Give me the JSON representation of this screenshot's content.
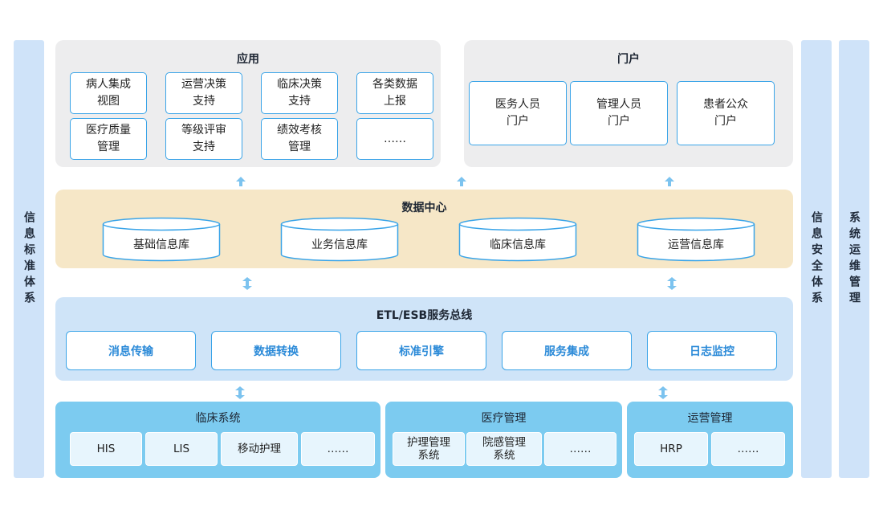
{
  "side_left": {
    "label": "信息标准体系"
  },
  "side_right1": {
    "label": "信息安全体系"
  },
  "side_right2": {
    "label": "系统运维管理"
  },
  "apps": {
    "title": "应用",
    "items": [
      "病人集成\n视图",
      "运营决策\n支持",
      "临床决策\n支持",
      "各类数据\n上报",
      "医疗质量\n管理",
      "等级评审\n支持",
      "绩效考核\n管理",
      "……"
    ]
  },
  "portal": {
    "title": "门户",
    "items": [
      "医务人员\n门户",
      "管理人员\n门户",
      "患者公众\n门户"
    ]
  },
  "data_center": {
    "title": "数据中心",
    "dbs": [
      "基础信息库",
      "业务信息库",
      "临床信息库",
      "运营信息库"
    ]
  },
  "esb": {
    "title": "ETL/ESB服务总线",
    "items": [
      "消息传输",
      "数据转换",
      "标准引擎",
      "服务集成",
      "日志监控"
    ]
  },
  "clinical": {
    "title": "临床系统",
    "items": [
      "HIS",
      "LIS",
      "移动护理",
      "……"
    ]
  },
  "medical": {
    "title": "医疗管理",
    "items": [
      "护理管理\n系统",
      "院感管理\n系统",
      "……"
    ]
  },
  "operation": {
    "title": "运营管理",
    "items": [
      "HRP",
      "……"
    ]
  },
  "colors": {
    "accent": "#3aa4e8",
    "arrow": "#7cc3ef",
    "data_center_bg": "#f6e7c7",
    "source_bg": "#7ccbf0"
  }
}
